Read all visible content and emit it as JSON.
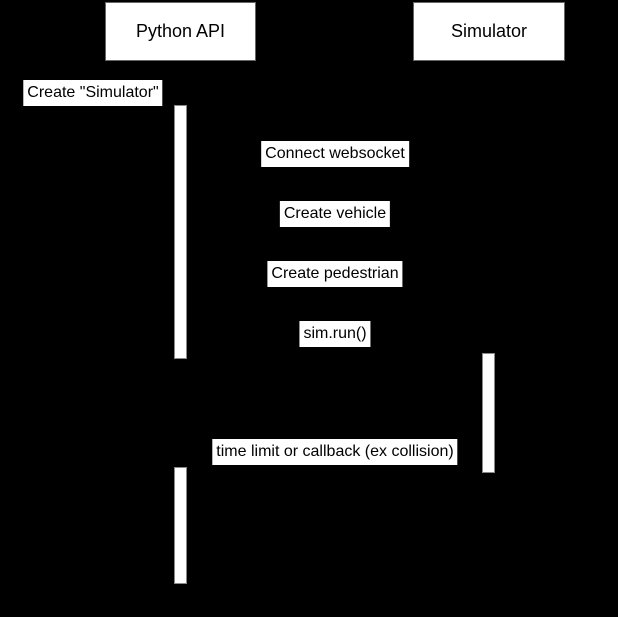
{
  "diagram": {
    "type": "sequence-diagram",
    "background_color": "#000000",
    "box_fill_color": "#ffffff",
    "box_border_color": "#666666",
    "text_color": "#000000",
    "participants": [
      {
        "id": "python-api",
        "label": "Python API"
      },
      {
        "id": "simulator",
        "label": "Simulator"
      }
    ],
    "messages": [
      {
        "text": "Create \"Simulator\"",
        "from": "external",
        "to": "python-api"
      },
      {
        "text": "Connect websocket",
        "from": "python-api",
        "to": "simulator"
      },
      {
        "text": "Create vehicle",
        "from": "python-api",
        "to": "simulator"
      },
      {
        "text": "Create pedestrian",
        "from": "python-api",
        "to": "simulator"
      },
      {
        "text": "sim.run()",
        "from": "python-api",
        "to": "simulator"
      },
      {
        "text": "time limit or callback (ex collision)",
        "from": "simulator",
        "to": "python-api"
      }
    ]
  }
}
